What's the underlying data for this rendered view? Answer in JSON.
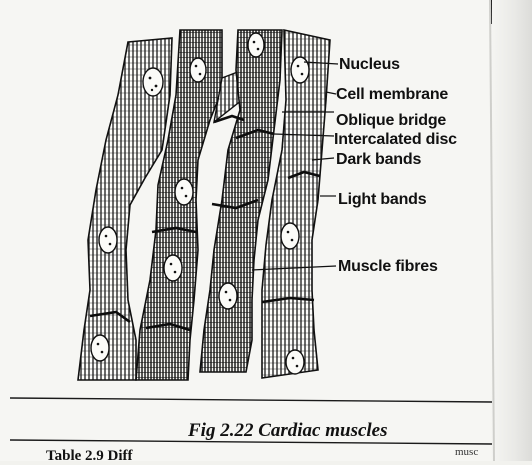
{
  "figure": {
    "labels": [
      {
        "id": "nucleus",
        "text": "Nucleus"
      },
      {
        "id": "cell-membrane",
        "text": "Cell membrane"
      },
      {
        "id": "oblique-bridge",
        "text": "Oblique bridge"
      },
      {
        "id": "intercalated-disc",
        "text": "Intercalated disc"
      },
      {
        "id": "dark-bands",
        "text": "Dark bands"
      },
      {
        "id": "light-bands",
        "text": "Light bands"
      },
      {
        "id": "muscle-fibres",
        "text": "Muscle fibres"
      }
    ],
    "caption": "Fig 2.22 Cardiac muscles"
  },
  "page": {
    "table_title": "Table 2.9 Diff",
    "corner_snippet": "musc"
  },
  "colors": {
    "ink": "#111111",
    "paper": "#f6f6f3",
    "rule_accent": "#9ec3d9"
  }
}
